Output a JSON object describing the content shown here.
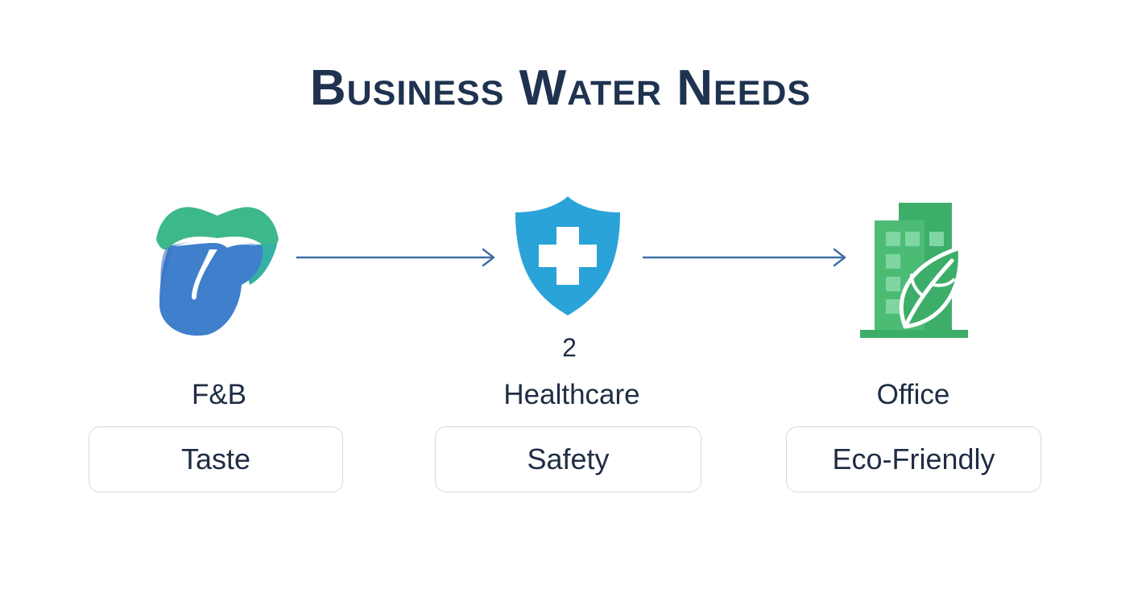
{
  "title": "Business Water Needs",
  "colors": {
    "title": "#1f3350",
    "text": "#1f2d44",
    "arrow": "#3e6fa8",
    "tongue": "#3f7fcc",
    "lips": "#3db88b",
    "shield": "#2aa3d8",
    "building": "#3dae6a",
    "pill_border": "#d4d9e0"
  },
  "steps": [
    {
      "icon": "tongue-icon",
      "label": "F&B",
      "attribute": "Taste"
    },
    {
      "icon": "shield-cross-icon",
      "number": "2",
      "label": "Healthcare",
      "attribute": "Safety"
    },
    {
      "icon": "eco-building-icon",
      "label": "Office",
      "attribute": "Eco-Friendly"
    }
  ]
}
